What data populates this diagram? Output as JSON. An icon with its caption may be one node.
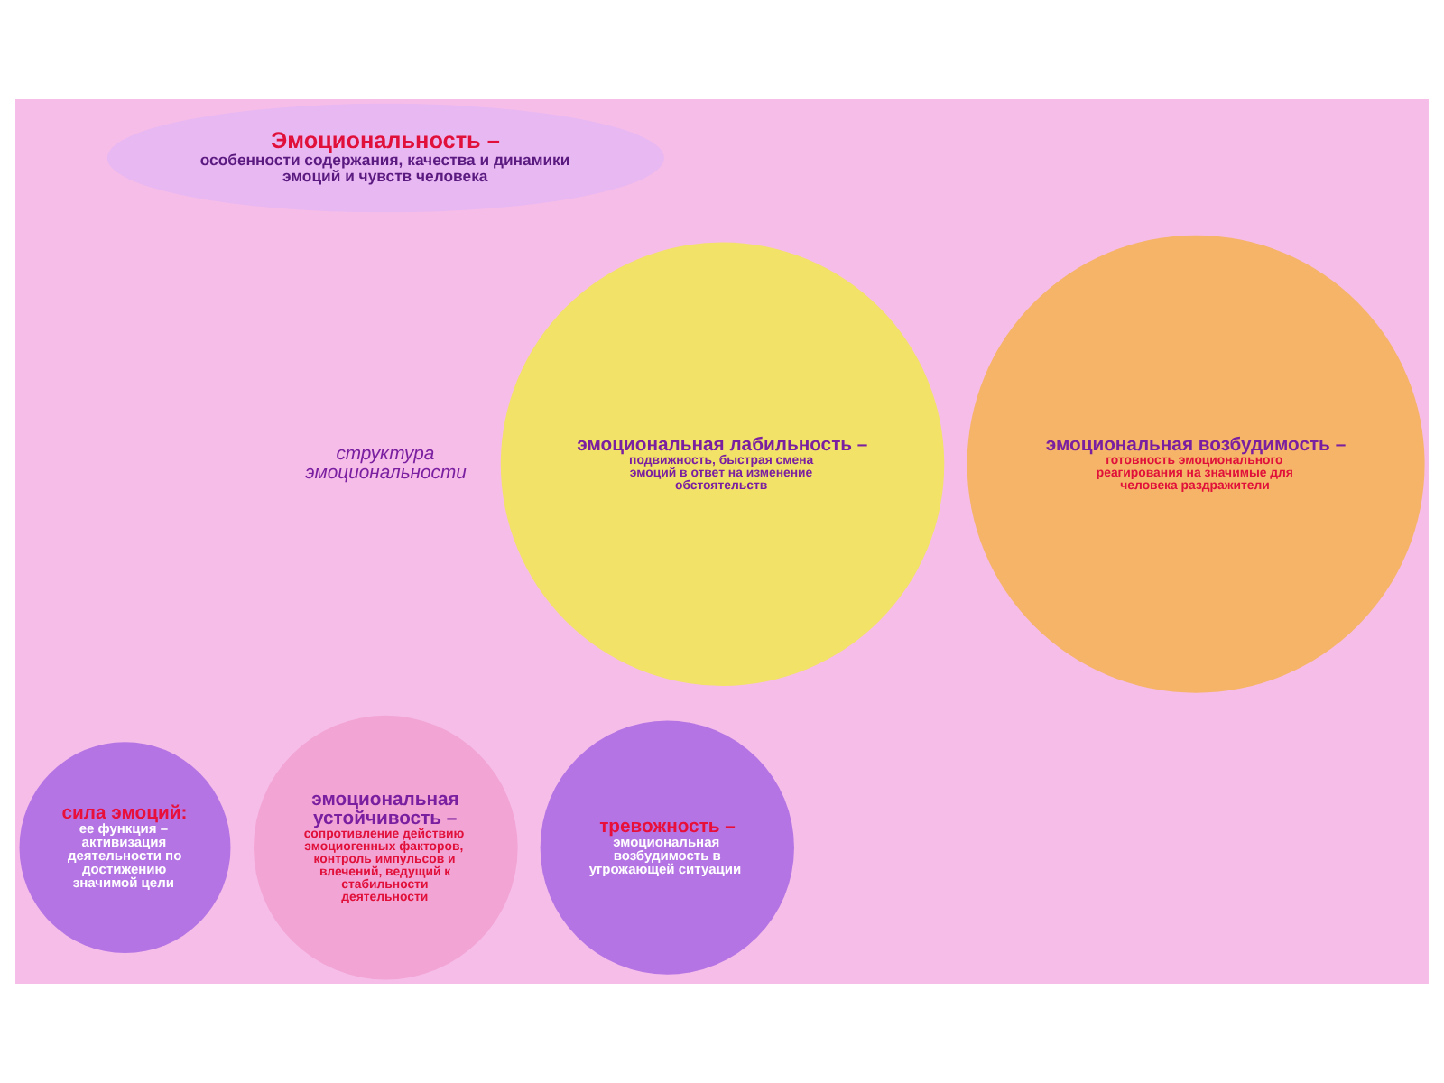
{
  "diagram": {
    "nodes": [
      {
        "text": [
          "Эмоциональность –",
          "особенности содержания, качества и динамики эмоций и чувств человека"
        ]
      },
      {
        "text": [
          "эмоциональная возбудимость –",
          "готовность эмоционального реагирования на значимые для человека раздражители"
        ]
      },
      {
        "text": [
          "эмоциональная лабильность –",
          "подвижность, быстрая смена эмоций в ответ на изменение обстоятельств"
        ]
      },
      {
        "text": [
          "сила эмоций:",
          "ее функция – активизация деятельности по достижению значимой цели"
        ]
      },
      {
        "text": [
          "эмоциональная устойчивость –",
          "сопротивление действию эмоциогенных факторов, контроль импульсов и влечений, ведущий к стабильности деятельности"
        ]
      },
      {
        "text": [
          "тревожность –",
          "эмоциональная возбудимость в угрожающей ситуации"
        ]
      }
    ],
    "edges": [],
    "labels": [
      "структура эмоциональности"
    ]
  }
}
